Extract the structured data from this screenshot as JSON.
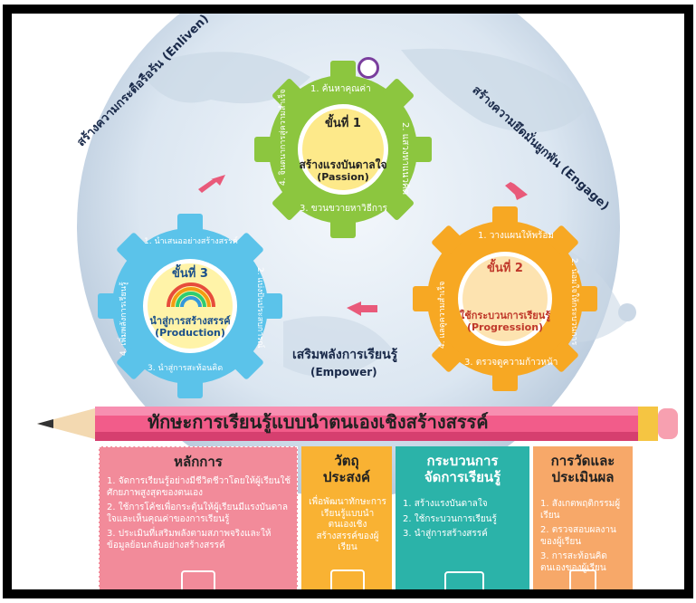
{
  "banner": {
    "title": "ทักษะการเรียนรู้แบบนำตนเองเชิงสร้างสรรค์"
  },
  "gear1": {
    "step": "ขั้นที่ 1",
    "name": "สร้างแรงบันดาลใจ",
    "name_en": "(Passion)",
    "item1": "1. ค้นหาคุณค่า",
    "item2": "2. แสวงหาแนวคิด",
    "item3": "3. ขวนขวายหาวิธีการ",
    "item4": "4. จินตนาการสู่ความสำเร็จ"
  },
  "gear2": {
    "step": "ขั้นที่ 2",
    "name": "ใช้กระบวนการเรียนรู้",
    "name_en": "(Progression)",
    "item1": "1. วางแผนให้พร้อม",
    "item2": "2. น้อมใจให้กระบวนการ",
    "item3": "3. ตรวจดูความก้าวหน้า",
    "item4": "4. แลดูความสำเร็จ"
  },
  "gear3": {
    "step": "ขั้นที่ 3",
    "name": "นำสู่การสร้างสรรค์",
    "name_en": "(Production)",
    "item1": "1. นำเสนออย่างสร้างสรรค์",
    "item2": "2. แบ่งปันประสบการณ์",
    "item3": "3. นำสู่การสะท้อนคิด",
    "item4": "4. เพิ่มพลังการเรียนรู้"
  },
  "labels": {
    "enliven": "สร้างความกระตือรือร้น (Enliven)",
    "engage": "สร้างความยึดมั่นผูกพัน (Engage)",
    "empower": "เสริมพลังการเรียนรู้",
    "empower_en": "(Empower)"
  },
  "columns": {
    "principles": {
      "title": "หลักการ",
      "items": [
        "1. จัดการเรียนรู้อย่างมีชีวิตชีวาโดยให้ผู้เรียนใช้ศักยภาพสูงสุดของตนเอง",
        "2. ใช้การโค้ชเพื่อกระตุ้นให้ผู้เรียนมีแรงบันดาลใจและเห็นคุณค่าของการเรียนรู้",
        "3. ประเมินที่เสริมพลังตามสภาพจริงและให้ข้อมูลย้อนกลับอย่างสร้างสรรค์"
      ]
    },
    "objective": {
      "title_1": "วัตถุ",
      "title_2": "ประสงค์",
      "text": "เพื่อพัฒนาทักษะการเรียนรู้แบบนำตนเองเชิงสร้างสรรค์ของผู้เรียน"
    },
    "process": {
      "title_1": "กระบวนการ",
      "title_2": "จัดการเรียนรู้",
      "items": [
        "1. สร้างแรงบันดาลใจ",
        "2. ใช้กระบวนการเรียนรู้",
        "3. นำสู่การสร้างสรรค์"
      ]
    },
    "assessment": {
      "title_1": "การวัดและ",
      "title_2": "ประเมินผล",
      "items": [
        "1. สังเกตพฤติกรรมผู้เรียน",
        "2. ตรวจสอบผลงานของผู้เรียน",
        "3. การสะท้อนคิดตนเองของผู้เรียน"
      ]
    }
  },
  "colors": {
    "gear_green": "#8cc63f",
    "gear_orange": "#f7a823",
    "gear_blue": "#5bc3ea",
    "arrow_pink": "#e95a7a",
    "col_pink": "#f28b9a",
    "col_yellow": "#f9b233",
    "col_teal": "#2bb3a9",
    "col_orange": "#f7a869"
  }
}
